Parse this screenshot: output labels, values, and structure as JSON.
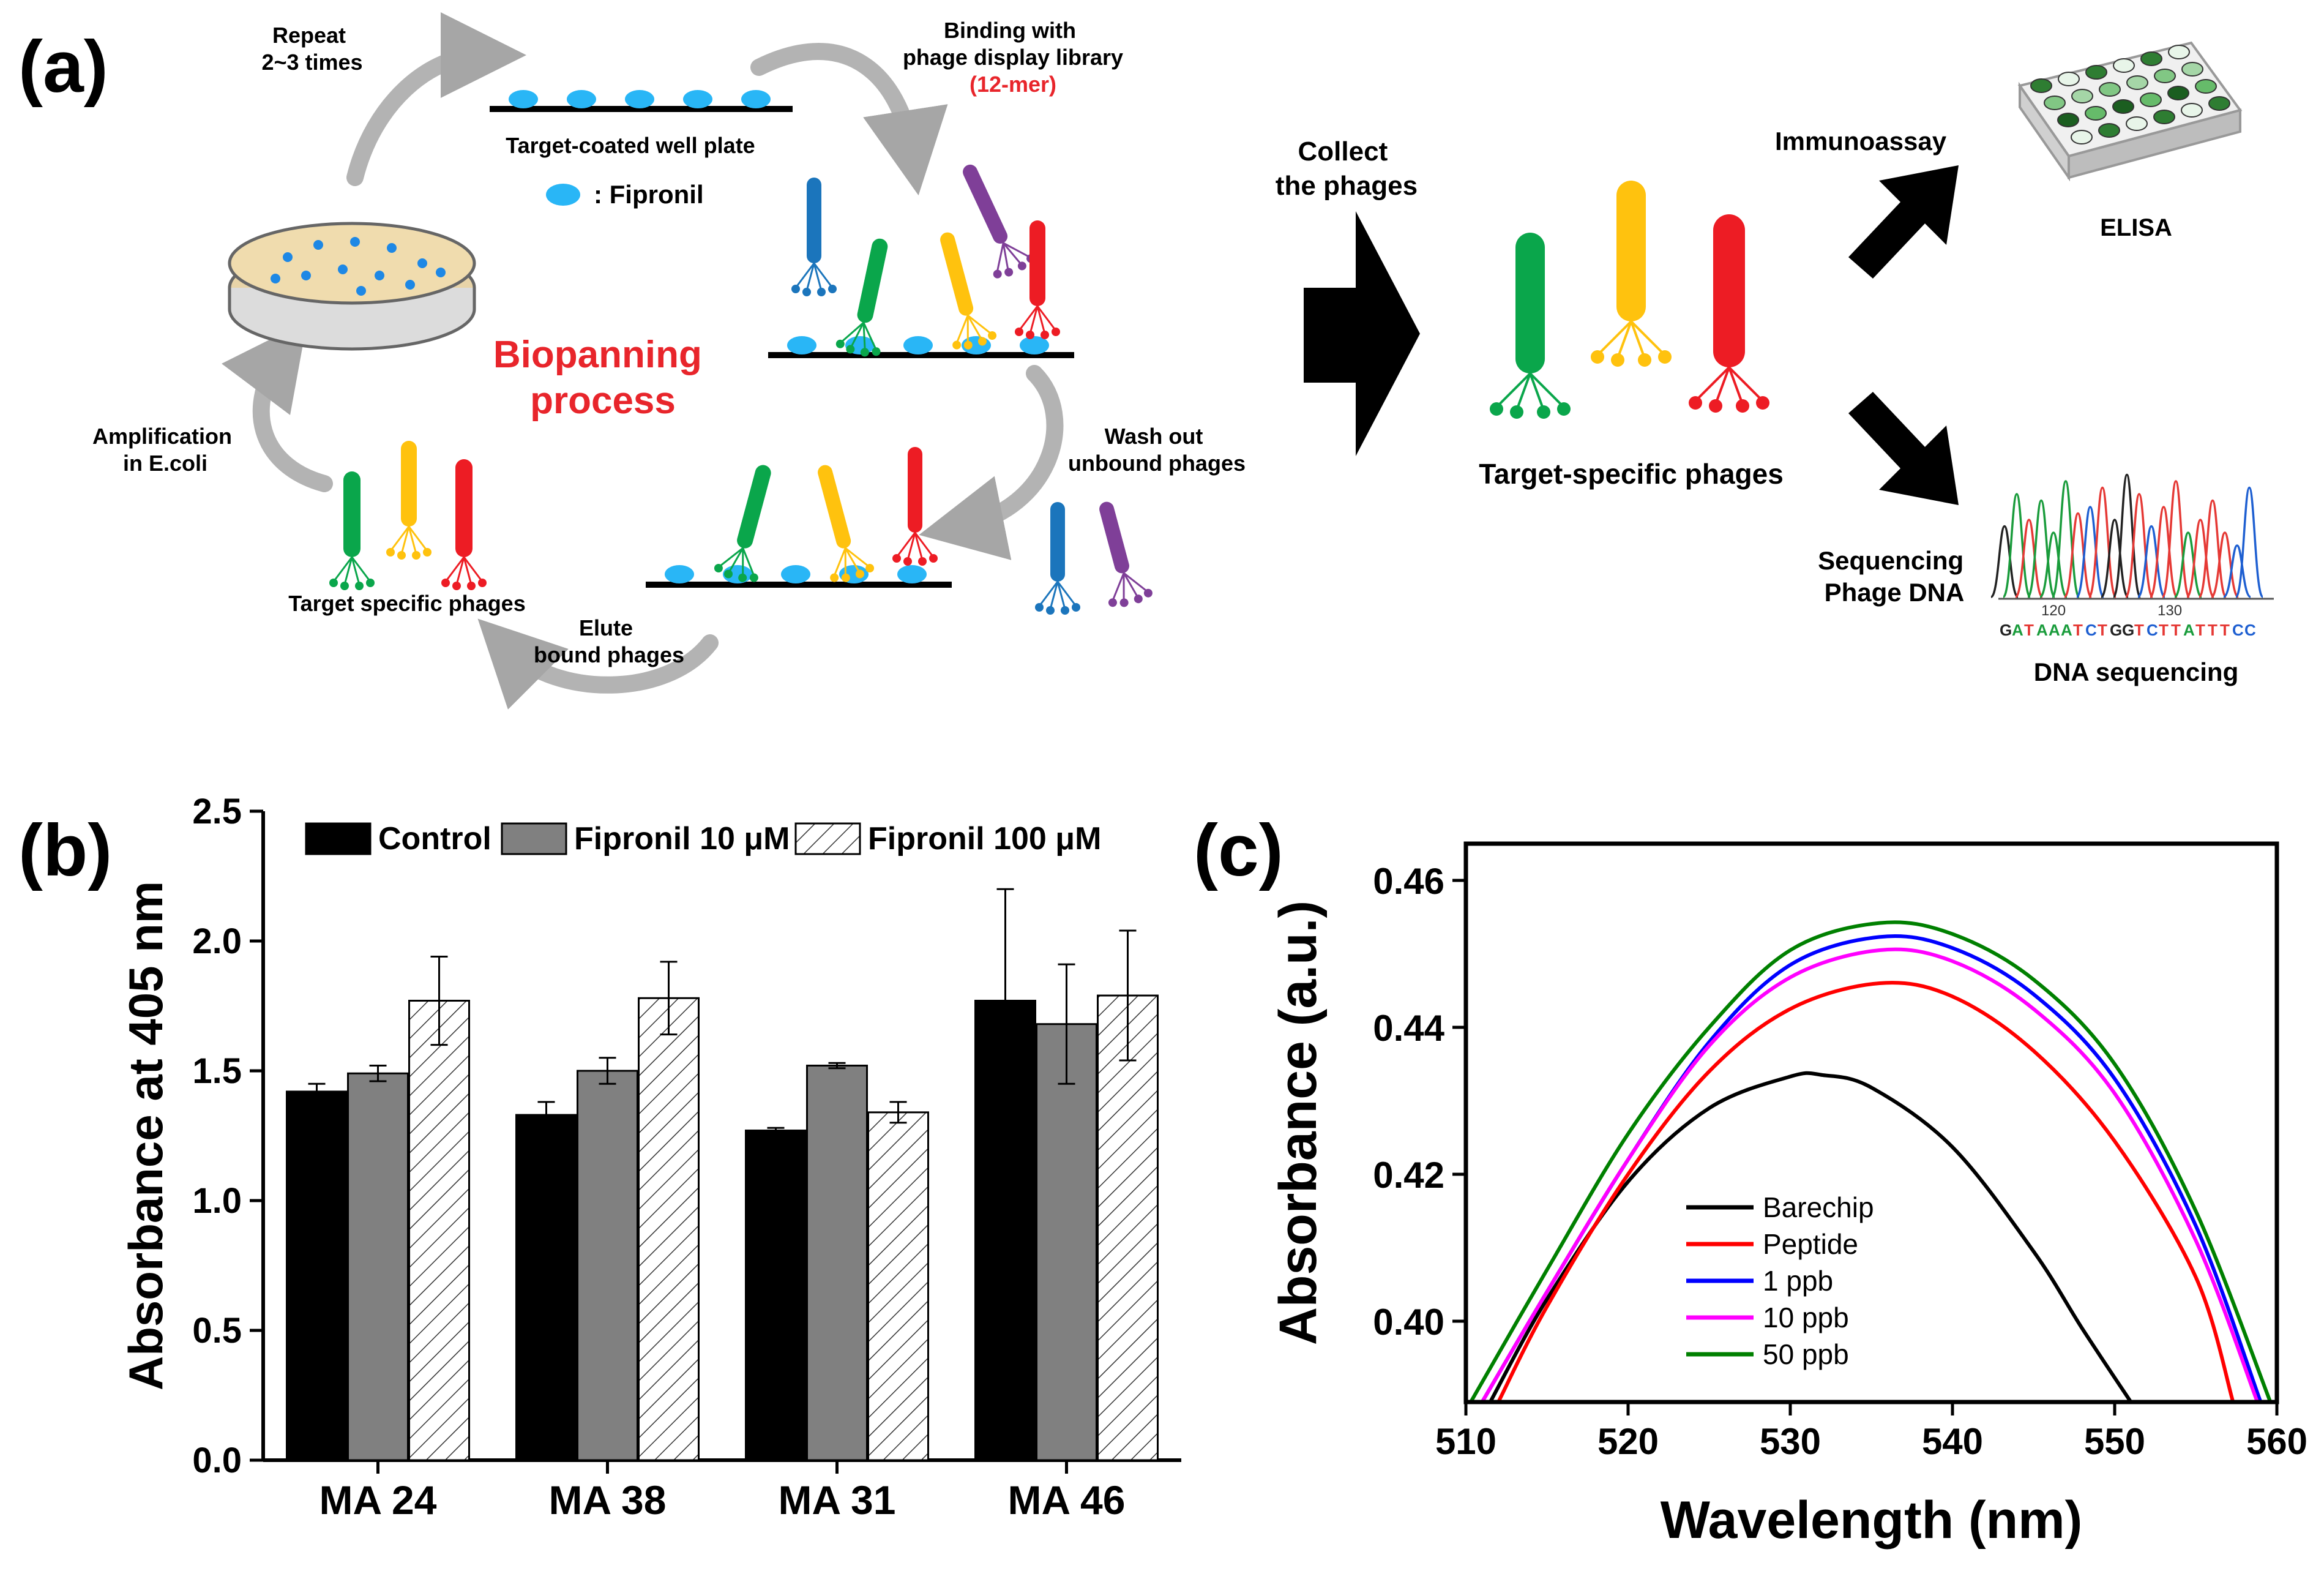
{
  "panel_a": {
    "label": "(a)",
    "repeat": [
      "Repeat",
      "2~3 times"
    ],
    "target_plate": "Target-coated well plate",
    "fipronil_legend": ": Fipronil",
    "binding": [
      "Binding with",
      "phage display library"
    ],
    "library": "(12-mer)",
    "biopanning": [
      "Biopanning",
      "process"
    ],
    "amplification": [
      "Amplification",
      "in E.coli"
    ],
    "target_specific_left": "Target specific phages",
    "wash": [
      "Wash out",
      "unbound phages"
    ],
    "elute": [
      "Elute",
      "bound phages"
    ],
    "collect": [
      "Collect",
      "the phages"
    ],
    "target_specific_right": "Target-specific phages",
    "immunoassay": "Immunoassay",
    "elisa": "ELISA",
    "sequencing": [
      "Sequencing",
      "Phage DNA"
    ],
    "dna_seq": "DNA sequencing",
    "dna_bases": "GATAAATCTGGTCTTATTTCC",
    "trace_pos": [
      "120",
      "130"
    ],
    "colors": {
      "blue": "#1b75bc",
      "green": "#0aa64b",
      "yellow": "#ffc20e",
      "red": "#ed1c24",
      "purple": "#7f3f98",
      "fipronil": "#29b6f6",
      "title_red": "#e8252b"
    }
  },
  "panel_b_label": "(b)",
  "panel_c_label": "(c)",
  "chart_data": [
    {
      "type": "bar",
      "ylabel": "Absorbance at 405 nm",
      "xlabel": "",
      "ylim": [
        0.0,
        2.5
      ],
      "yticks": [
        "0.0",
        "0.5",
        "1.0",
        "1.5",
        "2.0",
        "2.5"
      ],
      "categories": [
        "MA 24",
        "MA 38",
        "MA 31",
        "MA 46"
      ],
      "legend_position": "top",
      "series": [
        {
          "name": "Control",
          "fill": "#000000",
          "values": [
            1.42,
            1.33,
            1.27,
            1.77
          ],
          "errors": [
            0.03,
            0.05,
            0.01,
            0.43
          ]
        },
        {
          "name": "Fipronil 10 μM",
          "fill": "#808080",
          "values": [
            1.49,
            1.5,
            1.52,
            1.68
          ],
          "errors": [
            0.03,
            0.05,
            0.01,
            0.23
          ]
        },
        {
          "name": "Fipronil 100 μM",
          "fill": "hatch",
          "values": [
            1.77,
            1.78,
            1.34,
            1.79
          ],
          "errors": [
            0.17,
            0.14,
            0.04,
            0.25
          ]
        }
      ]
    },
    {
      "type": "line",
      "xlabel": "Wavelength (nm)",
      "ylabel": "Absorbance (a.u.)",
      "xlim": [
        510,
        560
      ],
      "ylim": [
        0.389,
        0.465
      ],
      "xticks": [
        "510",
        "520",
        "530",
        "540",
        "550",
        "560"
      ],
      "yticks": [
        "0.40",
        "0.42",
        "0.44",
        "0.46"
      ],
      "legend_position": "lower-left",
      "series": [
        {
          "name": "Barechip",
          "color": "#000000",
          "x": [
            511.5,
            515,
            520,
            525,
            530,
            532,
            535,
            540,
            545,
            548,
            551
          ],
          "y": [
            0.389,
            0.403,
            0.419,
            0.429,
            0.4333,
            0.4335,
            0.4318,
            0.4237,
            0.4095,
            0.399,
            0.389
          ]
        },
        {
          "name": "Peptide",
          "color": "#ff0000",
          "x": [
            512,
            515,
            520,
            525,
            530,
            535.5,
            540,
            545,
            550,
            555,
            557.3
          ],
          "y": [
            0.389,
            0.402,
            0.42,
            0.434,
            0.4425,
            0.446,
            0.4442,
            0.4368,
            0.4245,
            0.406,
            0.389
          ]
        },
        {
          "name": "1 ppb",
          "color": "#0000ff",
          "x": [
            511,
            515,
            520,
            525,
            530,
            535.5,
            540,
            545,
            550,
            555,
            559
          ],
          "y": [
            0.389,
            0.404,
            0.422,
            0.438,
            0.4485,
            0.4523,
            0.4508,
            0.4445,
            0.433,
            0.413,
            0.389
          ]
        },
        {
          "name": "10 ppb",
          "color": "#ff00ff",
          "x": [
            511,
            515,
            520,
            525,
            530,
            535.5,
            540,
            545,
            550,
            555,
            558.8
          ],
          "y": [
            0.389,
            0.404,
            0.422,
            0.4375,
            0.4468,
            0.4505,
            0.449,
            0.4425,
            0.431,
            0.411,
            0.389
          ]
        },
        {
          "name": "50 ppb",
          "color": "#008000",
          "x": [
            510.3,
            515,
            520,
            525,
            530,
            535.5,
            540,
            545,
            550,
            555,
            559.6
          ],
          "y": [
            0.389,
            0.407,
            0.4255,
            0.44,
            0.4505,
            0.4542,
            0.4527,
            0.4465,
            0.435,
            0.415,
            0.389
          ]
        }
      ]
    }
  ]
}
